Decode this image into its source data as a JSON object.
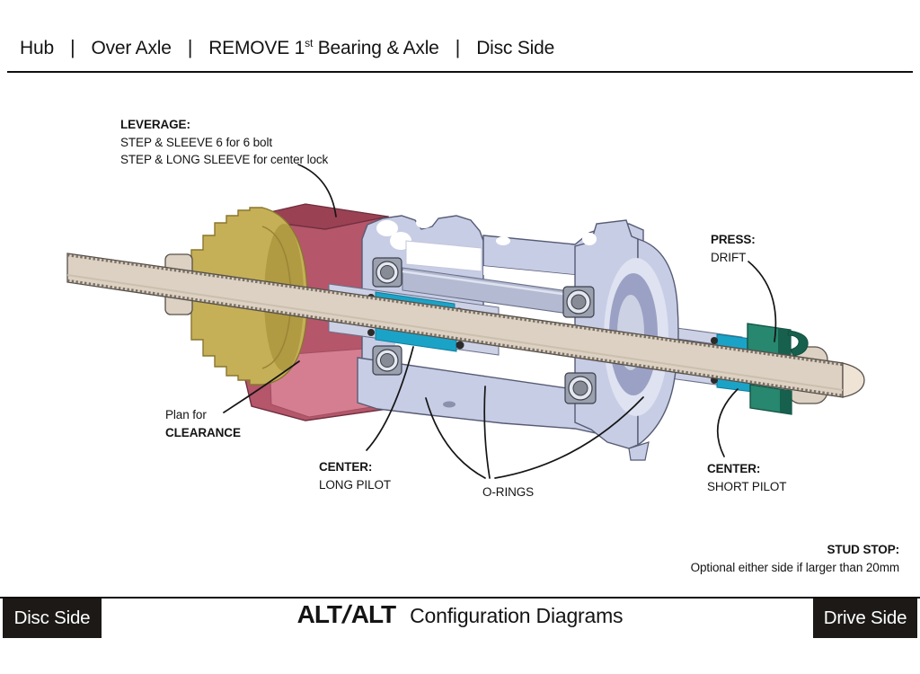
{
  "header": {
    "item_hub": "Hub",
    "separator": "|",
    "item_over_axle": "Over Axle",
    "item_remove_pre": "REMOVE 1",
    "item_remove_sup": "st",
    "item_remove_post": " Bearing & Axle",
    "item_disc_side": "Disc Side"
  },
  "diagram": {
    "labels": {
      "leverage": {
        "title": "LEVERAGE:",
        "line1": "STEP & SLEEVE 6 for 6 bolt",
        "line2": "STEP & LONG SLEEVE for center lock"
      },
      "press": {
        "title": "PRESS:",
        "line1": "DRIFT"
      },
      "clearance": {
        "line1": "Plan for",
        "title": "CLEARANCE"
      },
      "center_long": {
        "title": "CENTER:",
        "line1": "LONG PILOT"
      },
      "orings": {
        "line1": "O-RINGS"
      },
      "center_short": {
        "title": "CENTER:",
        "line1": "SHORT PILOT"
      },
      "stud_stop": {
        "title": "STUD STOP:",
        "line1": "Optional either side if larger than 20mm"
      }
    },
    "colors": {
      "axle_beige": "#ddd1c3",
      "axle_cap": "#efe3d6",
      "cone_gold": "#c5b058",
      "cone_gold_dark": "#b09a42",
      "sleeve_red": "#b5566a",
      "sleeve_red_dark": "#9a4154",
      "sleeve_red_light": "#d67e91",
      "hub_lavender": "#c8cde6",
      "hub_shadow": "#9aa1c4",
      "hub_light": "#dfe2f1",
      "steel_gray": "#ccd1e6",
      "inner_tube": "#b4bad2",
      "oring_cyan": "#1ba3c7",
      "oring_black": "#2b2b2b",
      "drift_green": "#27876f",
      "drift_green_dark": "#17604d",
      "ink": "#141414"
    }
  },
  "footer": {
    "left_tab": "Disc Side",
    "brand_left": "ALT",
    "brand_slash": "/",
    "brand_right": "ALT",
    "subtitle": "Configuration Diagrams",
    "right_tab": "Drive Side"
  }
}
